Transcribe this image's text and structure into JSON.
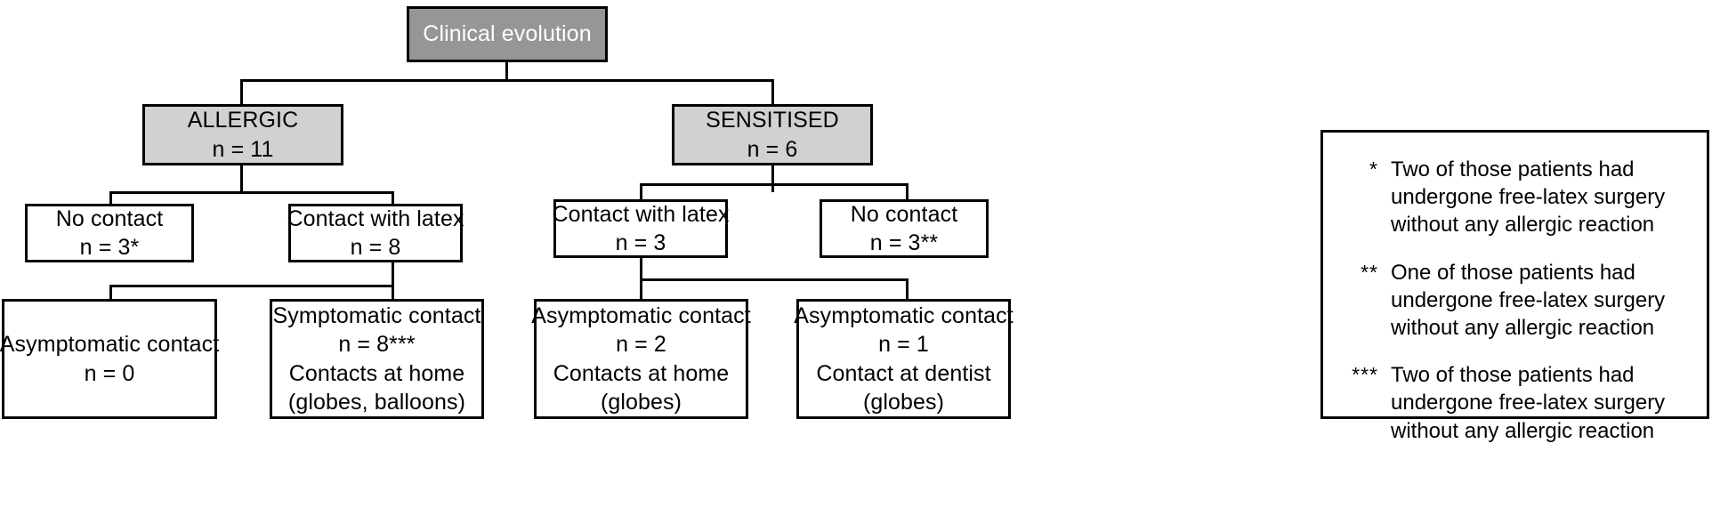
{
  "figure": {
    "title": "Clinical evolution flowchart",
    "colors": {
      "root_fill": "#969696",
      "root_text": "#ffffff",
      "level2_fill": "#d1d1d1",
      "border": "#000000",
      "background": "#ffffff"
    }
  },
  "nodes": {
    "root": {
      "label": "Clinical evolution"
    },
    "allergic": {
      "line1": "ALLERGIC",
      "line2": "n = 11"
    },
    "sensitised": {
      "line1": "SENSITISED",
      "line2": "n = 6"
    },
    "allergic_no_contact": {
      "line1": "No contact",
      "line2": "n = 3*"
    },
    "allergic_contact": {
      "line1": "Contact with latex",
      "line2": "n = 8"
    },
    "sensitised_contact": {
      "line1": "Contact with latex",
      "line2": "n = 3"
    },
    "sensitised_no_contact": {
      "line1": "No contact",
      "line2": "n = 3**"
    },
    "allergic_asymptomatic": {
      "line1": "Asymptomatic contact",
      "line2": "n = 0",
      "line3": "",
      "line4": ""
    },
    "allergic_symptomatic": {
      "line1": "Symptomatic contact",
      "line2": "n = 8***",
      "line3": "Contacts at home",
      "line4": "(globes, balloons)"
    },
    "sensitised_asymptomatic_home": {
      "line1": "Asymptomatic contact",
      "line2": "n = 2",
      "line3": "Contacts at home",
      "line4": "(globes)"
    },
    "sensitised_asymptomatic_dentist": {
      "line1": "Asymptomatic contact",
      "line2": "n = 1",
      "line3": "Contact at dentist",
      "line4": "(globes)"
    }
  },
  "legend": {
    "items": [
      {
        "marker": "*",
        "text": "Two of those patients had\nundergone free-latex surgery\nwithout any allergic reaction"
      },
      {
        "marker": "**",
        "text": "One of those patients had\nundergone free-latex surgery\nwithout any allergic reaction"
      },
      {
        "marker": "***",
        "text": "Two of those patients had\nundergone free-latex surgery\nwithout any allergic reaction"
      }
    ]
  }
}
